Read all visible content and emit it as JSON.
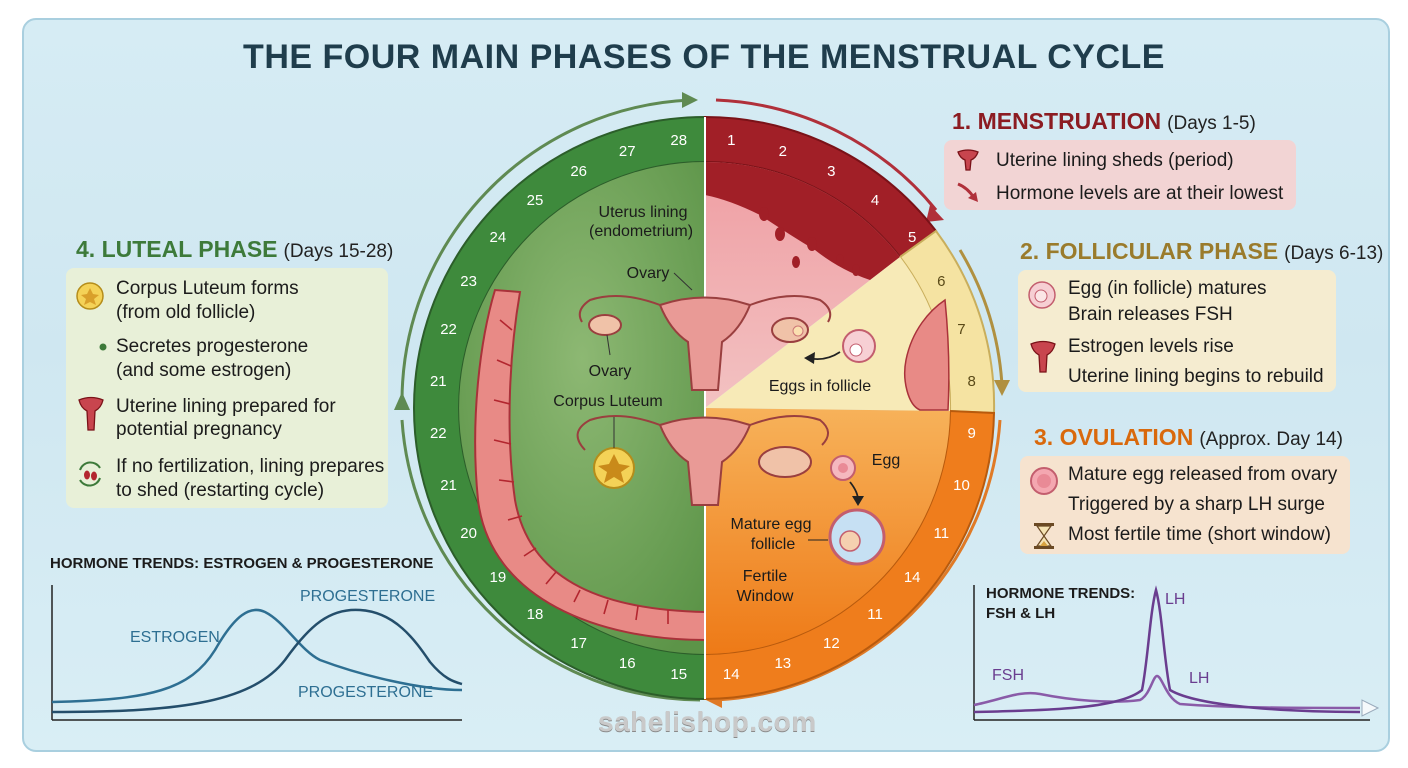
{
  "title": "THE FOUR MAIN PHASES OF THE MENSTRUAL CYCLE",
  "colors": {
    "menstruation": "#8c1c22",
    "follicular": "#9a7b2c",
    "ovulation": "#d9690c",
    "luteal": "#3d7a3a"
  },
  "phases": {
    "menstruation": {
      "title": "1. MENSTRUATION",
      "days": "(Days 1-5)",
      "items": [
        {
          "icon": "uterus-icon",
          "text": "Uterine lining sheds (period)"
        },
        {
          "icon": "arrow-down-icon",
          "text": "Hormone levels are at their lowest"
        }
      ]
    },
    "follicular": {
      "title": "2. FOLLICULAR PHASE",
      "days": "(Days 6-13)",
      "items": [
        {
          "icon": "follicle-icon",
          "text": "Egg (in follicle) matures"
        },
        {
          "icon": "",
          "text": "Brain releases FSH"
        },
        {
          "icon": "uterus-icon",
          "text": "Estrogen levels rise"
        },
        {
          "icon": "",
          "text": "Uterine lining begins to rebuild"
        }
      ]
    },
    "ovulation": {
      "title": "3. OVULATION",
      "days": "(Approx. Day 14)",
      "items": [
        {
          "icon": "egg-icon",
          "text": "Mature egg released from ovary"
        },
        {
          "icon": "",
          "text": "Triggered by a sharp LH surge"
        },
        {
          "icon": "hourglass-icon",
          "text": "Most fertile time (short window)"
        }
      ]
    },
    "luteal": {
      "title": "4. LUTEAL PHASE",
      "days": "(Days 15-28)",
      "items": [
        {
          "icon": "corpus-luteum-icon",
          "text": "Corpus Luteum forms"
        },
        {
          "icon": "",
          "text": "(from old follicle)"
        },
        {
          "icon": "bullet-icon",
          "text": "Secretes progesterone"
        },
        {
          "icon": "",
          "text": "(and some estrogen)"
        },
        {
          "icon": "uterus-icon",
          "text": "Uterine lining prepared for"
        },
        {
          "icon": "",
          "text": "potential pregnancy"
        },
        {
          "icon": "cycle-drops-icon",
          "text": "If no fertilization, lining prepares"
        },
        {
          "icon": "",
          "text": "to shed (restarting cycle)"
        }
      ]
    }
  },
  "wheel": {
    "day_labels": [
      "1",
      "2",
      "3",
      "4",
      "5",
      "6",
      "7",
      "8",
      "9",
      "10",
      "11",
      "14",
      "11",
      "12",
      "13",
      "14",
      "15",
      "16",
      "17",
      "18",
      "19",
      "20",
      "21",
      "22",
      "21",
      "22",
      "23",
      "24",
      "25",
      "26",
      "27",
      "28"
    ],
    "labels": {
      "uterus_lining": "Uterus lining",
      "endometrium": "(endometrium)",
      "ovary_top": "Ovary",
      "ovary_left": "Ovary",
      "corpus_luteum": "Corpus Luteum",
      "eggs_in_follicle": "Eggs in follicle",
      "egg": "Egg",
      "mature_egg": "Mature egg",
      "follicle": "follicle",
      "fertile": "Fertile",
      "window": "Window"
    }
  },
  "charts": {
    "left": {
      "title": "HORMONE TRENDS: ESTROGEN & PROGESTERONE",
      "labels": {
        "estrogen": "ESTROGEN",
        "progesterone_top": "PROGESTERONE",
        "progesterone_bottom": "PROGESTERONE"
      }
    },
    "right": {
      "title_line1": "HORMONE TRENDS:",
      "title_line2": "FSH & LH",
      "labels": {
        "lh_top": "LH",
        "fsh": "FSH",
        "lh_right": "LH"
      }
    }
  },
  "watermark": "sahelishop.com"
}
